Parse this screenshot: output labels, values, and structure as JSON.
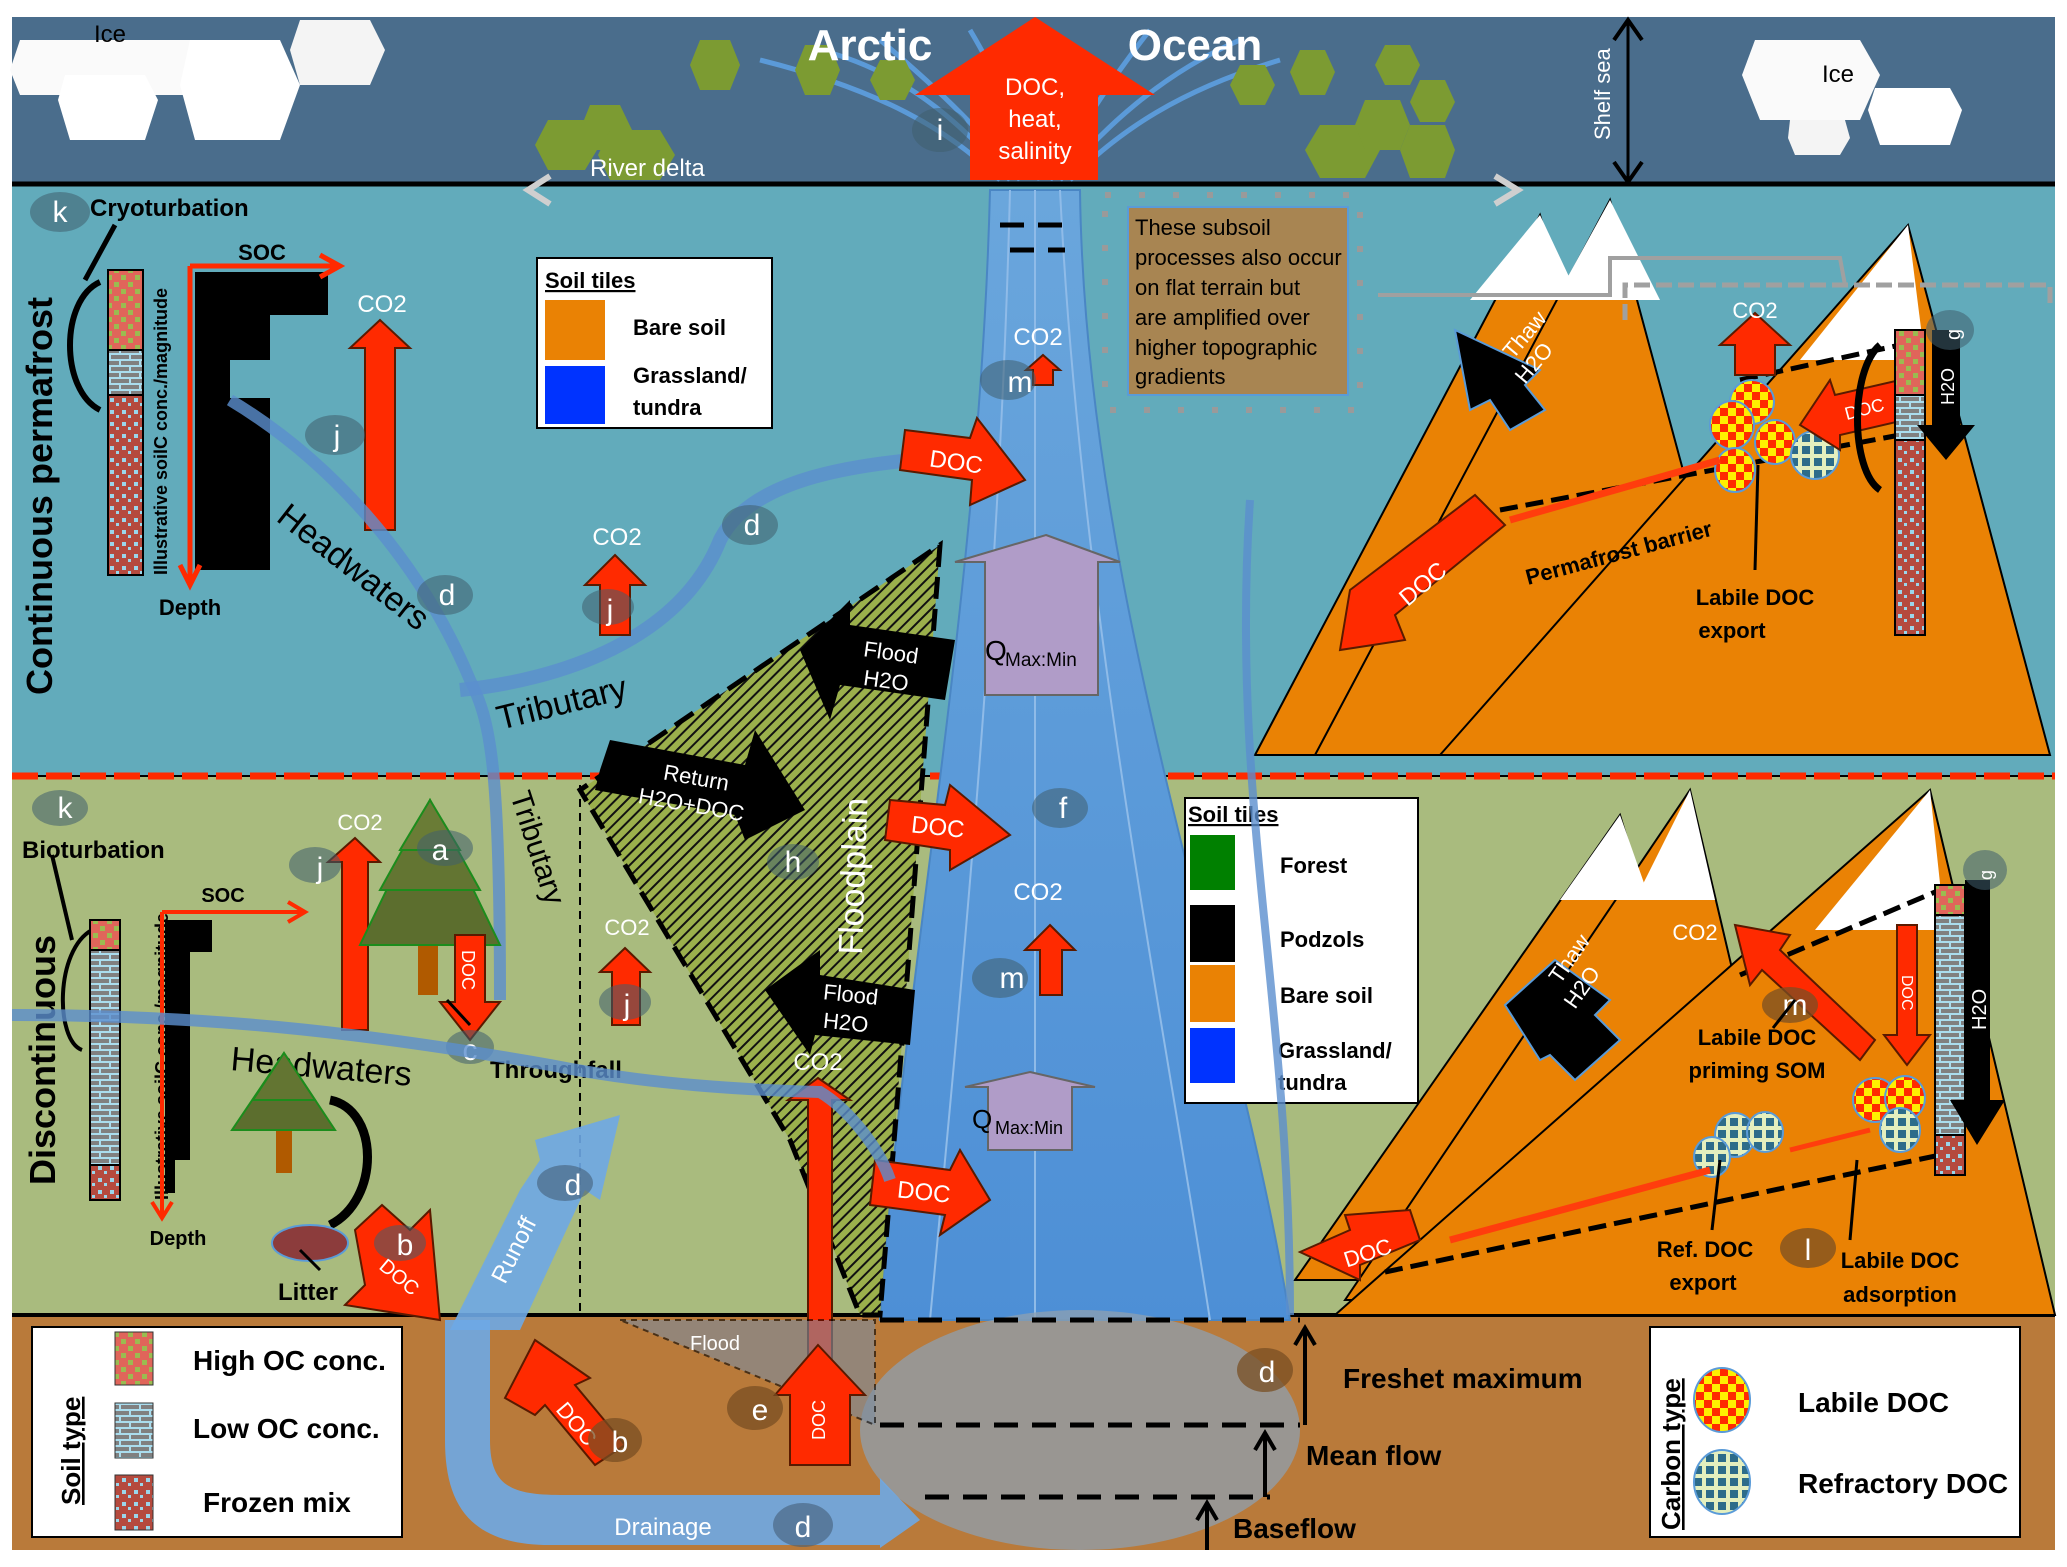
{
  "ocean": {
    "title_left": "Arctic",
    "title_right": "Ocean",
    "ice_label_left": "Ice",
    "ice_label_right": "Ice",
    "shelf_sea_label": "Shelf sea",
    "river_delta_label": "River delta",
    "export_arrow_label": [
      "DOC,",
      "heat,",
      "salinity"
    ],
    "marker_i": "i"
  },
  "zones": {
    "continuous": "Continuous permafrost",
    "discontinuous": "Discontinuous"
  },
  "continuous_panel": {
    "marker_k": "k",
    "turbation_label": "Cryoturbation",
    "soc_axis_x": "SOC",
    "soc_axis_y": "Depth",
    "soc_axis_vertical_label": "Illustrative soilC conc./magnitude",
    "co2_label": "CO2",
    "marker_j": "j",
    "headwaters_label": "Headwaters",
    "marker_d1": "d",
    "marker_d2": "d",
    "co2_small_label": "CO2",
    "marker_j2": "j",
    "tributary_label": "Tributary",
    "legend": {
      "title": "Soil tiles",
      "items": [
        {
          "label": "Bare soil",
          "color": "#ea8204"
        },
        {
          "label": "Grassland/ tundra",
          "color": "#0033ff"
        }
      ]
    }
  },
  "river": {
    "co2_top": "CO2",
    "marker_m_top": "m",
    "doc_top": "DOC",
    "q_top": "Q",
    "q_top_sub": "Max:Min",
    "flood_h2o_top": [
      "Flood",
      "H2O"
    ],
    "return_label": [
      "Return",
      "H2O+DOC"
    ],
    "floodplain_label": "Floodplain",
    "marker_h": "h",
    "doc_mid": "DOC",
    "marker_f": "f",
    "co2_mid": "CO2",
    "marker_m_mid": "m",
    "flood_h2o_mid": [
      "Flood",
      "H2O"
    ],
    "co2_floodplain": "CO2",
    "q_bottom": "Q",
    "q_bottom_sub": "Max:Min",
    "doc_bottom": "DOC"
  },
  "note_box": {
    "lines": [
      "These subsoil",
      "processes also occur",
      "on flat terrain but",
      "are amplified over",
      "higher topographic",
      "gradients"
    ]
  },
  "mountains_top": {
    "thaw_label": [
      "Thaw",
      "H2O"
    ],
    "co2_label": "CO2",
    "doc_label": "DOC",
    "h2o_label": "H2O",
    "marker_g": "g",
    "doc_export_label": "DOC",
    "permafrost_barrier_label": "Permafrost barrier",
    "labile_export_label": [
      "Labile DOC",
      "export"
    ]
  },
  "discontinuous_panel": {
    "marker_k": "k",
    "turbation_label": "Bioturbation",
    "soc_axis_x": "SOC",
    "soc_axis_y": "Depth",
    "soc_axis_vertical_label": "Illustrative soilC conc./magnitude",
    "co2_label": "CO2",
    "marker_j": "j",
    "marker_a": "a",
    "doc_label": "DOC",
    "marker_c": "c",
    "throughfall_label": "Throughfall",
    "headwaters_label": "Headwaters",
    "tributary_label": "Tributary",
    "co2_small_label": "CO2",
    "marker_j2": "j",
    "litter_label": "Litter",
    "doc_litter_label": "DOC",
    "marker_b": "b",
    "runoff_label": "Runoff",
    "marker_d": "d",
    "legend": {
      "title": "Soil tiles",
      "items": [
        {
          "label": "Forest",
          "color": "#008000"
        },
        {
          "label": "Podzols",
          "color": "#000000"
        },
        {
          "label": "Bare soil",
          "color": "#ea8204"
        },
        {
          "label": "Grassland/ tundra",
          "color": "#0033ff"
        }
      ]
    }
  },
  "mountains_bottom": {
    "thaw_label": [
      "Thaw",
      "H2O"
    ],
    "co2_label": "CO2",
    "marker_m": "m",
    "priming_label": [
      "Labile DOC",
      "priming SOM"
    ],
    "doc_label": "DOC",
    "h2o_label": "H2O",
    "marker_g": "g",
    "doc_export_label": "DOC",
    "ref_export_label": [
      "Ref. DOC",
      "export"
    ],
    "marker_l": "l",
    "adsorption_label": [
      "Labile DOC",
      "adsorption"
    ]
  },
  "subsoil": {
    "flood_label": "Flood",
    "doc_b_label": "DOC",
    "marker_b": "b",
    "doc_e_label": "DOC",
    "marker_e": "e",
    "drainage_label": "Drainage",
    "marker_d_drain": "d",
    "marker_d_flow": "d",
    "flow_levels": [
      "Freshet maximum",
      "Mean flow",
      "Baseflow"
    ]
  },
  "soil_type_legend": {
    "title": "Soil type",
    "items": [
      {
        "label": "High OC conc."
      },
      {
        "label": "Low OC conc."
      },
      {
        "label": "Frozen mix"
      }
    ]
  },
  "carbon_type_legend": {
    "title": "Carbon type",
    "items": [
      {
        "label": "Labile DOC"
      },
      {
        "label": "Refractory DOC"
      }
    ]
  },
  "colors": {
    "ocean": "#4a6d8c",
    "continuous": "#62abbb",
    "discontinuous": "#a9bb7e",
    "subsoil": "#b97a3a",
    "arrow_red": "#ff2a00",
    "river": "#5a9bd8",
    "mountain": "#ea8204",
    "purple": "#b09cc8"
  }
}
